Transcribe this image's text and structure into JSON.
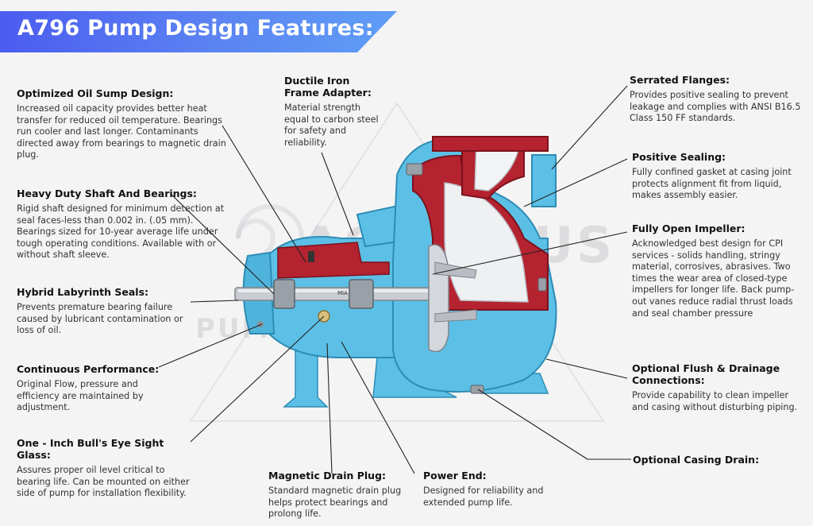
{
  "title": "A796 Pump Design Features:",
  "watermark": {
    "line1": "AQUARIUS",
    "line2": "PUMP SOLUTIONS"
  },
  "pump_label": "MIA",
  "colors": {
    "banner_start": "#4b5cf0",
    "banner_end": "#5f9ef6",
    "pump_blue": "#5cc0e6",
    "pump_red": "#b52330",
    "steel": "#c9ccd2"
  },
  "callouts": {
    "oil_sump": {
      "title": "Optimized Oil Sump Design:",
      "body": "Increased oil capacity provides better heat transfer for reduced oil temperature. Bearings run cooler and last longer. Contaminants directed away from bearings to magnetic drain plug."
    },
    "shaft": {
      "title": "Heavy Duty Shaft And Bearings:",
      "body": "Rigid shaft designed for minimum detection at seal faces-less than 0.002 in. (.05 mm). Bearings sized for 10-year average life under tough operating conditions. Available with or without shaft sleeve."
    },
    "labyrinth": {
      "title": "Hybrid Labyrinth Seals:",
      "body": "Prevents premature bearing failure caused by lubricant contamination or loss of oil."
    },
    "continuous": {
      "title": "Continuous Performance:",
      "body": "Original Flow, pressure and efficiency are maintained by adjustment."
    },
    "sight_glass": {
      "title": "One - Inch Bull's Eye Sight Glass:",
      "body": "Assures proper oil level critical to bearing life. Can be mounted on either side of pump for installation flexibility."
    },
    "frame_adapter": {
      "title": "Ductile Iron Frame Adapter:",
      "body": "Material strength equal to carbon steel for safety and reliability."
    },
    "drain_plug": {
      "title": "Magnetic Drain Plug:",
      "body": "Standard magnetic drain plug helps protect bearings and prolong life."
    },
    "power_end": {
      "title": "Power End:",
      "body": "Designed for reliability and extended pump life."
    },
    "flanges": {
      "title": "Serrated Flanges:",
      "body": "Provides positive sealing to prevent leakage and complies with ANSI B16.5 Class 150 FF standards."
    },
    "sealing": {
      "title": "Positive Sealing:",
      "body": "Fully confined gasket at casing joint protects alignment fit from liquid, makes assembly easier."
    },
    "impeller": {
      "title": "Fully Open Impeller:",
      "body": "Acknowledged best design for CPI services - solids handling, stringy material, corrosives, abrasives. Two times the wear area of closed-type impellers for longer life. Back pump-out vanes reduce radial thrust loads and seal chamber pressure"
    },
    "flush": {
      "title": "Optional Flush & Drainage Connections:",
      "body": "Provide capability to clean impeller and casing without disturbing piping."
    },
    "casing_drain": {
      "title": "Optional Casing Drain:",
      "body": ""
    }
  }
}
